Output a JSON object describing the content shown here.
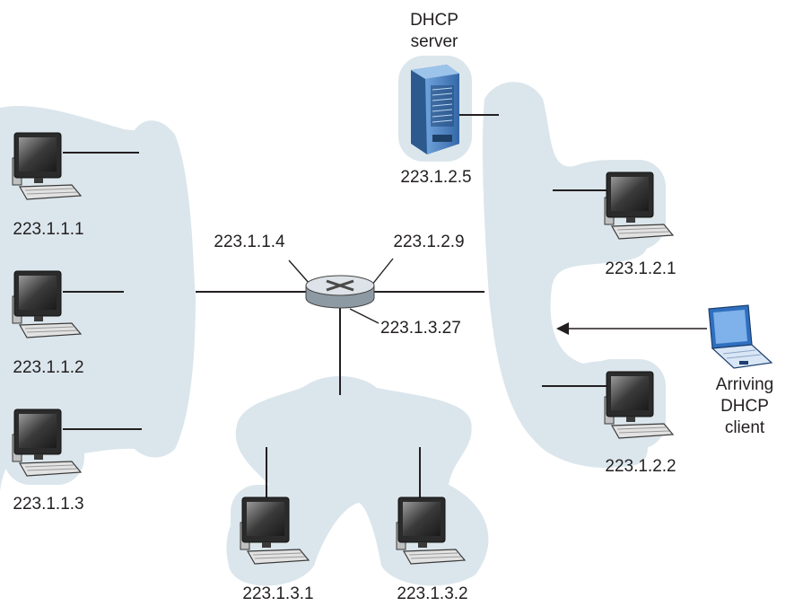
{
  "colors": {
    "cloud": "#dbe6ec",
    "link": "#231f20",
    "server_body": "#4f86c6",
    "server_dark": "#2c5a8f",
    "monitor": "#2a2a2a",
    "screen": "#6b6b6b",
    "keyboard": "#e3e3e3",
    "laptop": "#3d7fd1",
    "router": "#c9d0d6"
  },
  "server": {
    "title_line1": "DHCP",
    "title_line2": "server",
    "address": "223.1.2.5"
  },
  "router": {
    "iface_left": "223.1.1.4",
    "iface_right": "223.1.2.9",
    "iface_bottom": "223.1.3.27"
  },
  "hosts": {
    "h111": "223.1.1.1",
    "h112": "223.1.1.2",
    "h113": "223.1.1.3",
    "h121": "223.1.2.1",
    "h122": "223.1.2.2",
    "h131": "223.1.3.1",
    "h132": "223.1.3.2"
  },
  "client": {
    "line1": "Arriving",
    "line2": "DHCP",
    "line3": "client"
  }
}
